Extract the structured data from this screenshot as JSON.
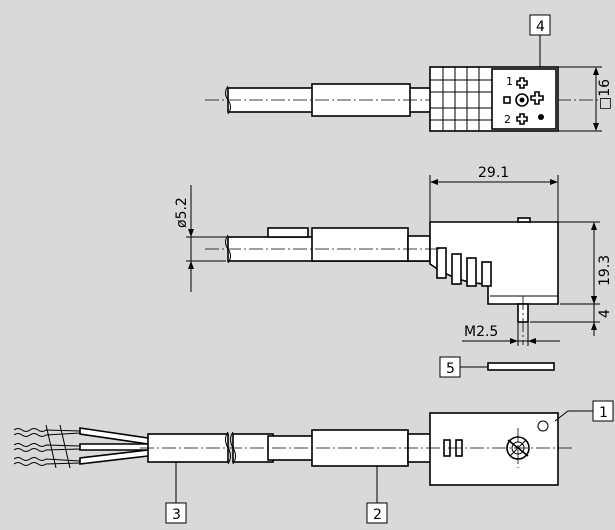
{
  "dimensions": {
    "square_16": "□16",
    "width_29_1": "29.1",
    "diameter_5_2": "ø5.2",
    "height_19_3": "19.3",
    "pin_4": "4",
    "thread_m2_5": "M2.5"
  },
  "pin_labels": {
    "pin1": "1",
    "pin2": "2"
  },
  "callouts": {
    "c1": "1",
    "c2": "2",
    "c3": "3",
    "c4": "4",
    "c5": "5"
  }
}
